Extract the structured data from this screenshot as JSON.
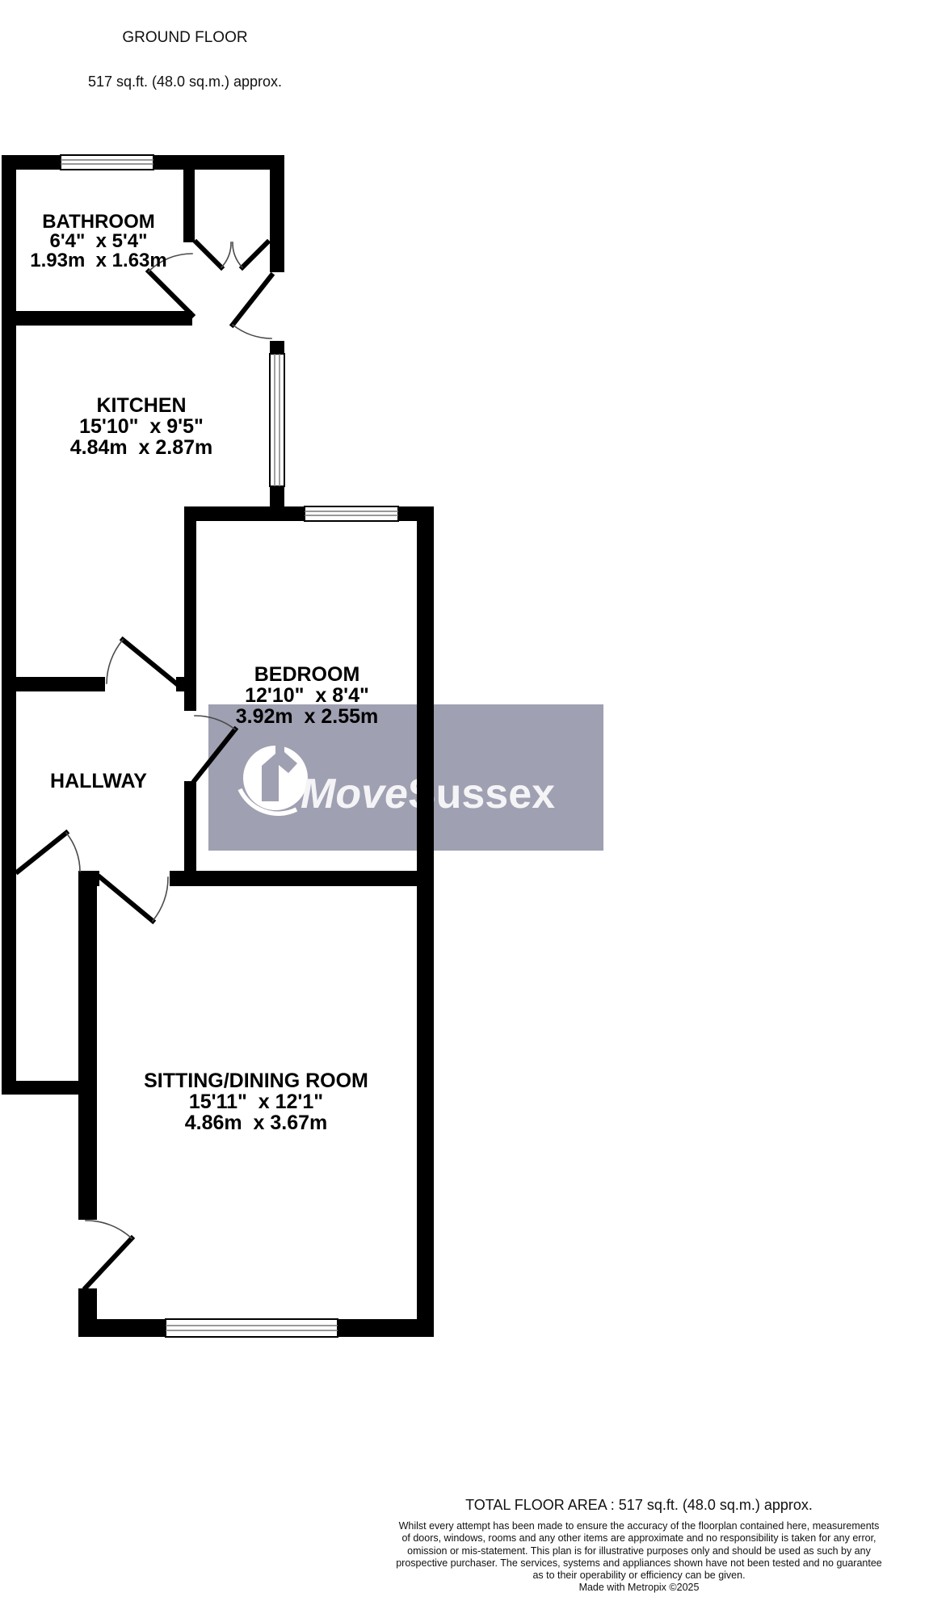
{
  "header": {
    "title": "GROUND FLOOR",
    "subtitle": "517 sq.ft. (48.0 sq.m.) approx."
  },
  "rooms": {
    "bathroom": {
      "name": "BATHROOM",
      "imperial": "6'4\"  x 5'4\"",
      "metric": "1.93m  x 1.63m"
    },
    "kitchen": {
      "name": "KITCHEN",
      "imperial": "15'10\"  x 9'5\"",
      "metric": "4.84m  x 2.87m"
    },
    "bedroom": {
      "name": "BEDROOM",
      "imperial": "12'10\"  x 8'4\"",
      "metric": "3.92m  x 2.55m"
    },
    "hallway": {
      "name": "HALLWAY"
    },
    "sitting_dining": {
      "name": "SITTING/DINING ROOM",
      "imperial": "15'11\"  x 12'1\"",
      "metric": "4.86m  x 3.67m"
    }
  },
  "watermark": {
    "brand_prefix": "Move",
    "brand_suffix": "Sussex",
    "background_color": "#9fa0b1",
    "text_color": "#f4f4f7"
  },
  "footer": {
    "total_area": "TOTAL FLOOR AREA : 517 sq.ft. (48.0 sq.m.) approx.",
    "disclaimer_lines": [
      "Whilst every attempt has been made to ensure the accuracy of the floorplan contained here, measurements",
      "of doors, windows, rooms and any other items are approximate and no responsibility is taken for any error,",
      "omission or mis-statement. This plan is for illustrative purposes only and should be used as such by any",
      "prospective purchaser. The services, systems and appliances shown have not been tested and no guarantee",
      "as to their operability or efficiency can be given."
    ],
    "credit": "Made with Metropix ©2025"
  },
  "colors": {
    "wall": "#000000",
    "background": "#ffffff",
    "door_arc": "#4a4a4a"
  }
}
